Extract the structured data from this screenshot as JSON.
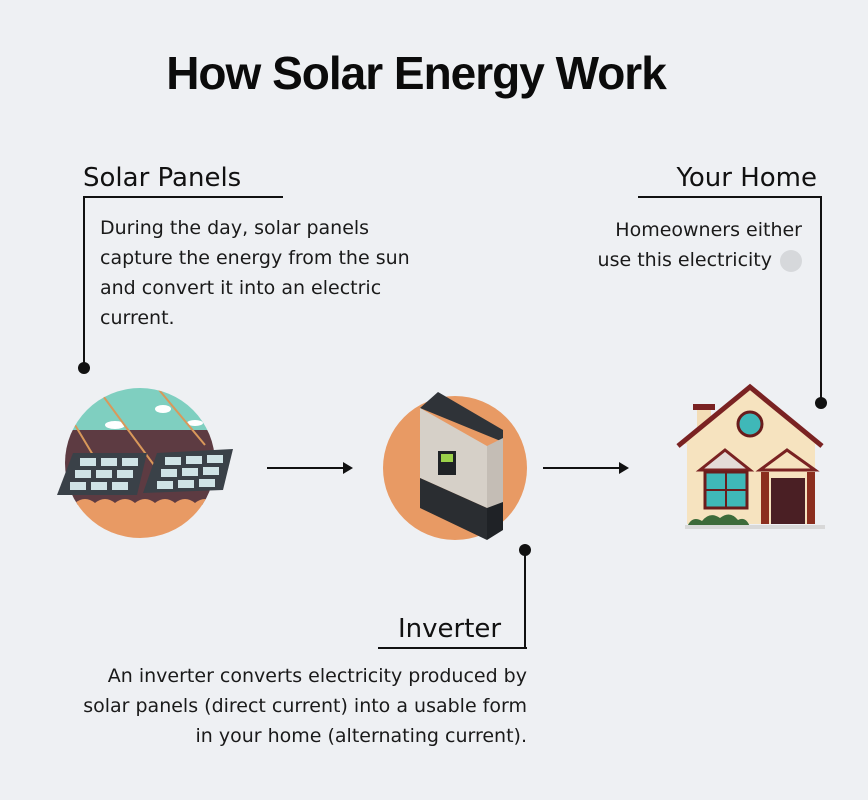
{
  "title": "How Solar Energy Work",
  "solar_panels": {
    "heading": "Solar Panels",
    "lines": [
      "During the day, solar panels",
      "capture the energy from the sun",
      "and convert it into an electric",
      "current."
    ]
  },
  "your_home": {
    "heading": "Your Home",
    "lines": [
      "Homeowners either",
      "use this electricity"
    ]
  },
  "inverter": {
    "heading": "Inverter",
    "lines": [
      "An inverter converts electricity produced by",
      "solar panels (direct current) into a usable form",
      "in your home (alternating current)."
    ]
  },
  "colors": {
    "background": "#eef0f3",
    "accent_orange": "#e89a64",
    "sky": "#7fcfc0"
  }
}
